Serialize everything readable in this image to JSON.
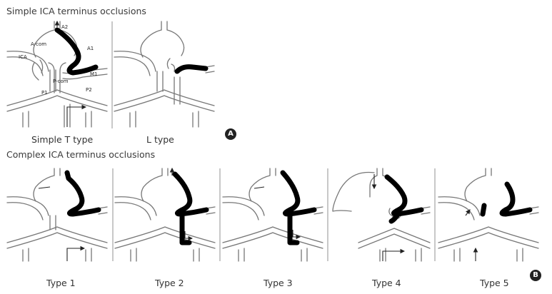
{
  "section_a": {
    "title": "Simple ICA terminus occlusions",
    "badge": "A",
    "panels": [
      {
        "caption": "Simple T type"
      },
      {
        "caption": "L type"
      }
    ],
    "anatomy_labels": {
      "a2": "A2",
      "a1": "A1",
      "acom": "A-com",
      "ica": "ICA",
      "m1": "M1",
      "pcom": "P-com",
      "p1": "P1",
      "p2": "P2"
    }
  },
  "section_b": {
    "title": "Complex ICA terminus occlusions",
    "badge": "B",
    "panels": [
      {
        "caption": "Type 1"
      },
      {
        "caption": "Type 2"
      },
      {
        "caption": "Type 3"
      },
      {
        "caption": "Type 4"
      },
      {
        "caption": "Type 5"
      }
    ]
  }
}
